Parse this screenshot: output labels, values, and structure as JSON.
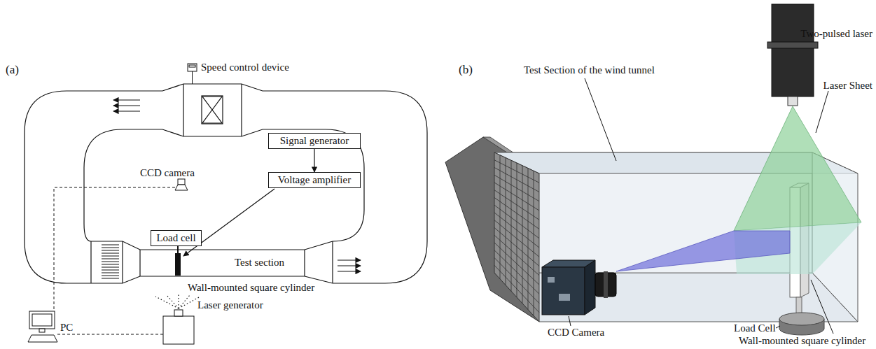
{
  "diagram": {
    "nodes": [
      {
        "text": [
          "Signal generator"
        ]
      },
      {
        "text": [
          "Voltage amplifier"
        ]
      },
      {
        "text": [
          "Load cell"
        ]
      }
    ],
    "edges": [
      {
        "from": 0,
        "to": 1,
        "arrow": "to"
      }
    ],
    "labels": [
      "(a)",
      "Speed control device",
      "CCD camera",
      "Test section",
      "Wall-mounted square cylinder",
      "PC",
      "Laser generator",
      "(b)",
      "Two-pulsed laser",
      "Test Section of the wind tunnel",
      "Laser Sheet",
      "CCD Camera",
      "Load Cell",
      "Wall-mounted square cylinder"
    ]
  }
}
